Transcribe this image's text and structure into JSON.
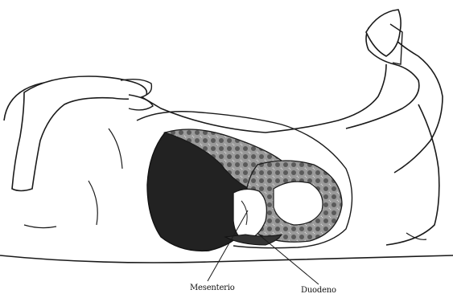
{
  "illustration": {
    "subject": "Animal lying on its back with abdomen opened, intestines and mesentery visible",
    "icon": "anatomy-illustration"
  },
  "labels": {
    "mesentery": "Mesenterio",
    "duodenum": "Duodeno"
  },
  "colors": {
    "outline": "#1a1a1a",
    "dark_organ": "#222222",
    "intestine_fill": "#8a8a8a",
    "background": "#ffffff"
  }
}
